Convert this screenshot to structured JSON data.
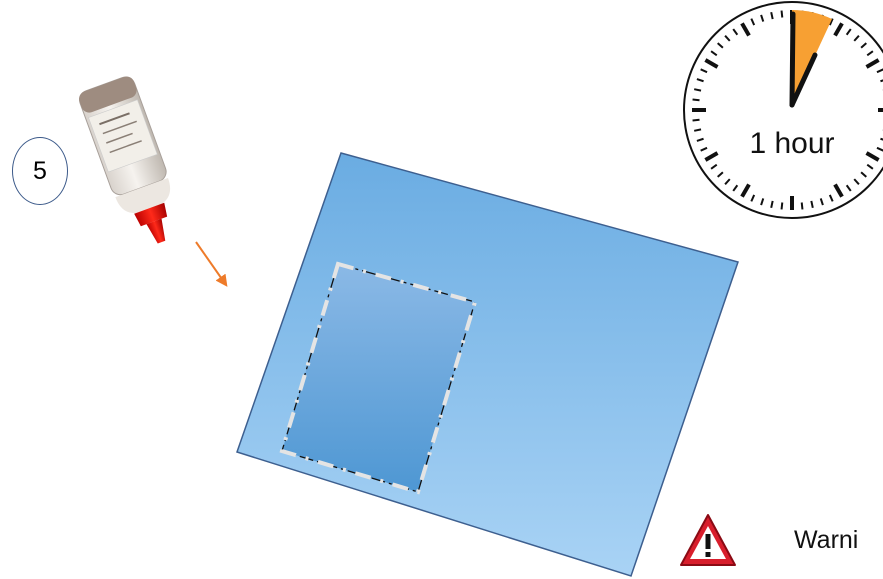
{
  "step": {
    "number": "5"
  },
  "timer": {
    "label": "1 hour",
    "highlight_color": "#f7a033",
    "icon": "clock-icon"
  },
  "warning": {
    "label": "Warni",
    "icon": "warning-triangle-icon",
    "color": "#c8102e"
  },
  "colors": {
    "sheet_light": "#a9d3f5",
    "sheet_dark": "#6aace2",
    "patch_top": "#8bb9e6",
    "patch_bottom": "#4e97d3",
    "arrow": "#ee7b2a",
    "bottle_cap": "#e01010"
  }
}
